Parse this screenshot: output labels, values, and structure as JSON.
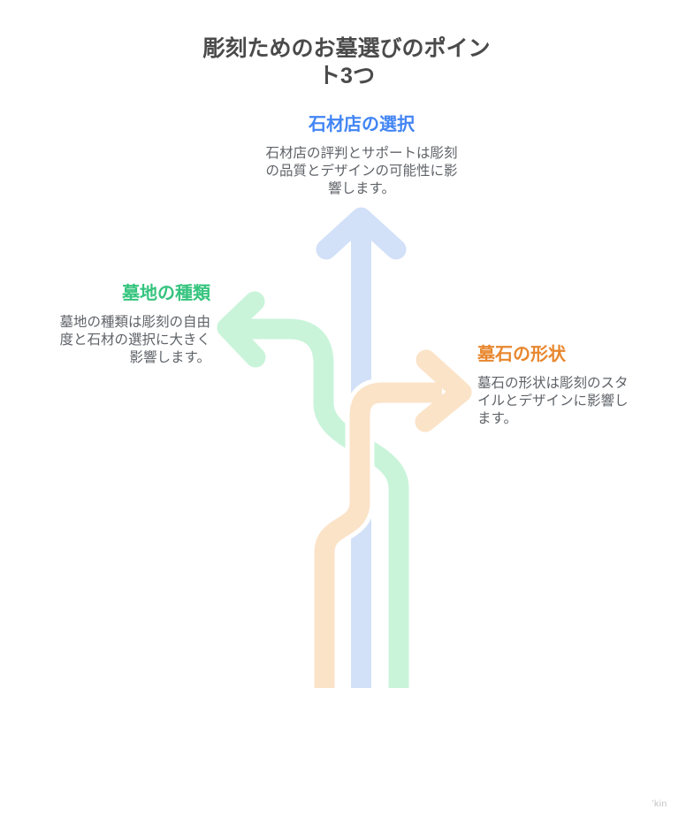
{
  "title": {
    "lines": [
      "彫刻ためのお墓選びのポイン",
      "ト3つ"
    ],
    "color": "#4a4a4a"
  },
  "colors": {
    "background": "#ffffff",
    "body_text": "#5f6368",
    "crossing_casing": "#ffffff"
  },
  "branches": [
    {
      "id": "stone-shop",
      "direction": "up",
      "heading": "石材店の選択",
      "body": "石材店の評判とサポートは彫刻の品質とデザインの可能性に影響します。",
      "heading_color": "#4285f4",
      "arrow_color": "#d2e0f8"
    },
    {
      "id": "cemetery-type",
      "direction": "left",
      "heading": "墓地の種類",
      "body": "墓地の種類は彫刻の自由度と石材の選択に大きく影響します。",
      "heading_color": "#35c47e",
      "arrow_color": "#c9f4da"
    },
    {
      "id": "gravestone-shape",
      "direction": "right",
      "heading": "墓石の形状",
      "body": "墓石の形状は彫刻のスタイルとデザインに影響します。",
      "heading_color": "#e8872e",
      "arrow_color": "#fbe3c8"
    }
  ],
  "watermark": {
    "text": "’kin"
  }
}
